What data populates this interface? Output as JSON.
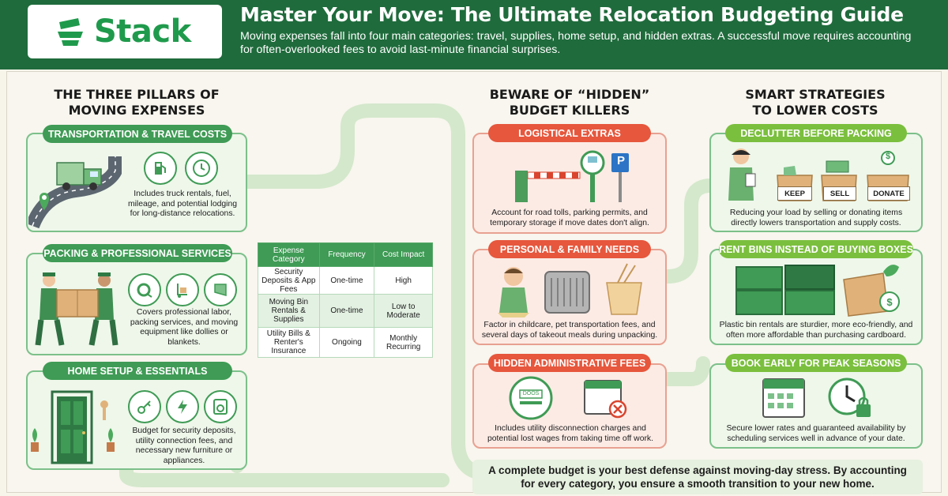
{
  "header": {
    "logo": "Stack",
    "title": "Master Your Move: The Ultimate Relocation Budgeting Guide",
    "subtitle": "Moving expenses fall into four main categories: travel, supplies, home setup, and hidden extras. A successful move requires accounting for often-overlooked fees to avoid last-minute financial surprises."
  },
  "colors": {
    "brand_green": "#1f6b3c",
    "accent_green": "#3f9b55",
    "red_accent": "#e6573d",
    "lime_accent": "#7bbf3e"
  },
  "pillars": {
    "title_line1": "THE THREE PILLARS OF",
    "title_line2": "MOVING EXPENSES",
    "cards": [
      {
        "label": "TRANSPORTATION & TRAVEL COSTS",
        "text": "Includes truck rentals, fuel, mileage, and potential lodging for long-distance relocations.",
        "icons": [
          "gas-pump-icon",
          "clock-icon"
        ]
      },
      {
        "label": "PACKING & PROFESSIONAL SERVICES",
        "text": "Covers professional labor, packing services, and moving equipment like dollies or blankets.",
        "icons": [
          "tape-icon",
          "dolly-icon",
          "blanket-icon"
        ]
      },
      {
        "label": "HOME SETUP & ESSENTIALS",
        "text": "Budget for security deposits, utility connection fees, and necessary new furniture or appliances.",
        "icons": [
          "key-icon",
          "lightning-icon",
          "washer-icon"
        ]
      }
    ]
  },
  "table": {
    "headers": [
      "Expense Category",
      "Frequency",
      "Cost Impact"
    ],
    "rows": [
      [
        "Security Deposits & App Fees",
        "One-time",
        "High"
      ],
      [
        "Moving Bin Rentals & Supplies",
        "One-time",
        "Low to Moderate"
      ],
      [
        "Utility Bills & Renter's Insurance",
        "Ongoing",
        "Monthly Recurring"
      ]
    ]
  },
  "hidden": {
    "title_line1": "BEWARE OF “HIDDEN”",
    "title_line2": "BUDGET KILLERS",
    "cards": [
      {
        "label": "LOGISTICAL EXTRAS",
        "text": "Account for road tolls, parking permits, and temporary storage if move dates don't align."
      },
      {
        "label": "PERSONAL & FAMILY NEEDS",
        "text": "Factor in childcare, pet transportation fees, and several days of takeout meals during unpacking."
      },
      {
        "label": "HIDDEN ADMINISTRATIVE FEES",
        "text": "Includes utility disconnection charges and potential lost wages from taking time off work."
      }
    ],
    "parking_sign": "P",
    "meter_text": "DOOS"
  },
  "smart": {
    "title_line1": "SMART STRATEGIES",
    "title_line2": "TO LOWER COSTS",
    "cards": [
      {
        "label": "DECLUTTER BEFORE PACKING",
        "text": "Reducing your load by selling or donating items directly lowers transportation and supply costs."
      },
      {
        "label": "RENT BINS INSTEAD OF BUYING BOXES",
        "text": "Plastic bin rentals are sturdier, more eco-friendly, and often more affordable than purchasing cardboard."
      },
      {
        "label": "BOOK EARLY FOR PEAK SEASONS",
        "text": "Secure lower rates and guaranteed availability by scheduling services well in advance of your date."
      }
    ],
    "declutter_tags": [
      "KEEP",
      "SELL",
      "DONATE"
    ],
    "dollar": "$"
  },
  "footer": {
    "text": "A complete budget is your best defense against moving-day stress. By accounting for every category, you ensure a smooth transition to your new home."
  }
}
